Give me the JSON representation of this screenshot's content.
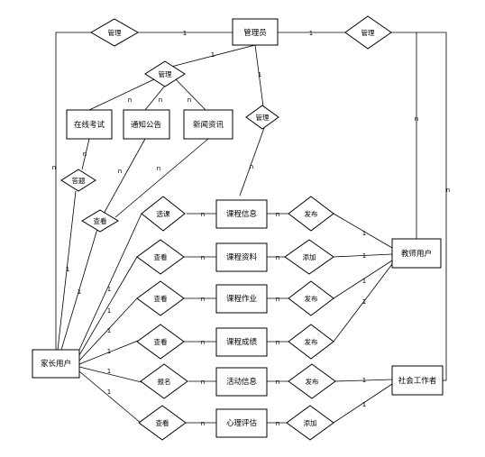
{
  "entities": {
    "admin": "管理员",
    "exam": "在线考试",
    "notice": "通知公告",
    "news": "新闻资讯",
    "course_info": "课程信息",
    "course_material": "课程资料",
    "homework": "课程作业",
    "grades": "课程成绩",
    "activity": "活动信息",
    "psych": "心理评估",
    "teacher": "教师用户",
    "social_worker": "社会工作者",
    "parent": "家长用户"
  },
  "relationships": {
    "manage_left": "管理",
    "manage_right": "管理",
    "manage_content": "管理",
    "manage_course": "管理",
    "answer": "答题",
    "view_content": "查看",
    "select_course": "选课",
    "view_material": "查看",
    "view_homework": "查看",
    "view_grades": "查看",
    "signup": "报名",
    "view_psych": "查看",
    "publish_course": "发布",
    "add_material": "添加",
    "publish_homework": "发布",
    "publish_grades": "发布",
    "publish_activity": "发布",
    "add_psych": "添加"
  },
  "cardinality": {
    "one": "1",
    "many": "n"
  }
}
